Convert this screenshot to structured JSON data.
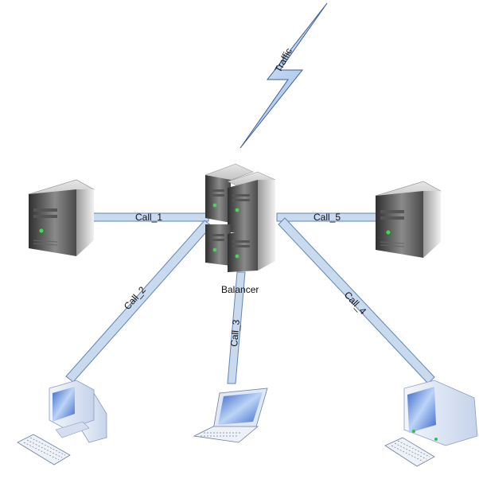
{
  "diagram": {
    "lightning_label": "Traffic",
    "balancer_label": "Balancer",
    "connections": [
      {
        "id": "call-1",
        "label": "Call_1",
        "from": "balancer",
        "to": "server-left"
      },
      {
        "id": "call-2",
        "label": "Call_2",
        "from": "balancer",
        "to": "desktop-pc"
      },
      {
        "id": "call-3",
        "label": "Call_3",
        "from": "balancer",
        "to": "laptop"
      },
      {
        "id": "call-4",
        "label": "Call_4",
        "from": "balancer",
        "to": "crt-workstation"
      },
      {
        "id": "call-5",
        "label": "Call_5",
        "from": "balancer",
        "to": "server-right"
      }
    ],
    "colors": {
      "link_fill": "#c9d9ee",
      "link_stroke": "#5f86b8",
      "server_dark": "#3c3c3c",
      "server_light": "#d8d8d8",
      "screen_blue": "#4f7fd6",
      "case_light": "#dfe8f6"
    }
  }
}
